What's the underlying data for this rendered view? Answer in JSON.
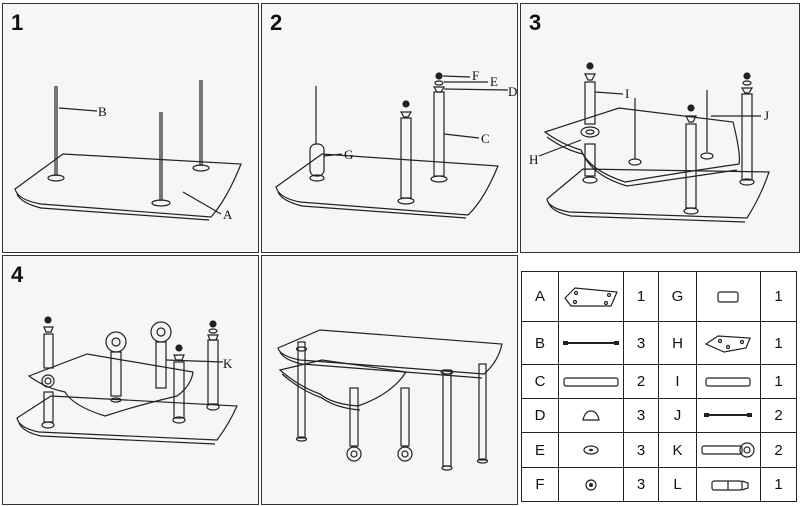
{
  "steps": [
    {
      "number": "1",
      "callouts": [
        "B",
        "A"
      ]
    },
    {
      "number": "2",
      "callouts": [
        "F",
        "E",
        "D",
        "G",
        "C"
      ]
    },
    {
      "number": "3",
      "callouts": [
        "I",
        "J",
        "H"
      ]
    },
    {
      "number": "4",
      "callouts": [
        "K"
      ]
    }
  ],
  "parts": [
    {
      "letter": "A",
      "qty": "1",
      "icon": "large-glass-top-icon"
    },
    {
      "letter": "B",
      "qty": "3",
      "icon": "threaded-rod-icon"
    },
    {
      "letter": "C",
      "qty": "2",
      "icon": "long-tube-leg-icon"
    },
    {
      "letter": "D",
      "qty": "3",
      "icon": "cap-icon"
    },
    {
      "letter": "E",
      "qty": "3",
      "icon": "washer-icon"
    },
    {
      "letter": "F",
      "qty": "3",
      "icon": "nut-icon"
    },
    {
      "letter": "G",
      "qty": "1",
      "icon": "short-tube-icon"
    },
    {
      "letter": "H",
      "qty": "1",
      "icon": "small-glass-top-icon"
    },
    {
      "letter": "I",
      "qty": "1",
      "icon": "medium-tube-icon"
    },
    {
      "letter": "J",
      "qty": "2",
      "icon": "short-rod-icon"
    },
    {
      "letter": "K",
      "qty": "2",
      "icon": "caster-leg-icon"
    },
    {
      "letter": "L",
      "qty": "1",
      "icon": "connector-icon"
    }
  ]
}
